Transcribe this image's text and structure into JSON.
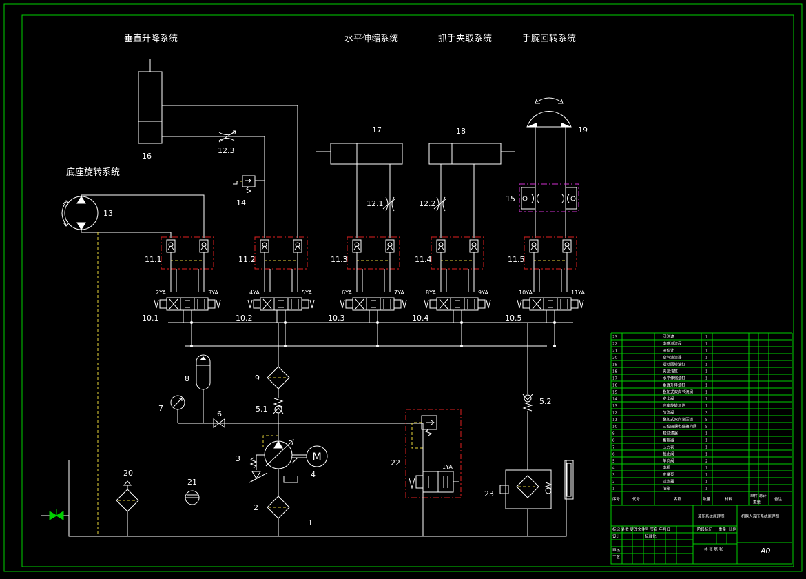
{
  "titles": {
    "vertical_lift": "垂直升降系统",
    "horizontal_extend": "水平伸缩系统",
    "gripper": "抓手夹取系统",
    "wrist_rotate": "手腕回转系统",
    "base_rotate": "底座旋转系统"
  },
  "labels": {
    "n1": "1",
    "n2": "2",
    "n3": "3",
    "n4": "4",
    "n5_1": "5.1",
    "n5_2": "5.2",
    "n6": "6",
    "n7": "7",
    "n8": "8",
    "n9": "9",
    "n10_1": "10.1",
    "n10_2": "10.2",
    "n10_3": "10.3",
    "n10_4": "10.4",
    "n10_5": "10.5",
    "n11_1": "11.1",
    "n11_2": "11.2",
    "n11_3": "11.3",
    "n11_4": "11.4",
    "n11_5": "11.5",
    "n12_1": "12.1",
    "n12_2": "12.2",
    "n12_3": "12.3",
    "n13": "13",
    "n14": "14",
    "n15": "15",
    "n16": "16",
    "n17": "17",
    "n18": "18",
    "n19": "19",
    "n20": "20",
    "n21": "21",
    "n22": "22",
    "n23": "23",
    "ya1": "1YA",
    "ya2": "2YA",
    "ya3": "3YA",
    "ya4": "4YA",
    "ya5": "5YA",
    "ya6": "6YA",
    "ya7": "7YA",
    "ya8": "8YA",
    "ya9": "9YA",
    "ya10": "10YA",
    "ya11": "11YA",
    "motor": "M"
  },
  "bom": {
    "rows": [
      {
        "no": "23",
        "name": "回油滤",
        "qty": "1"
      },
      {
        "no": "22",
        "name": "电磁溢流阀",
        "qty": "1"
      },
      {
        "no": "21",
        "name": "液位计",
        "qty": "1"
      },
      {
        "no": "20",
        "name": "空气滤清器",
        "qty": "1"
      },
      {
        "no": "19",
        "name": "摆动回转油缸",
        "qty": "1"
      },
      {
        "no": "18",
        "name": "夹紧油缸",
        "qty": "1"
      },
      {
        "no": "17",
        "name": "水平伸缩油缸",
        "qty": "1"
      },
      {
        "no": "16",
        "name": "垂直升降油缸",
        "qty": "1"
      },
      {
        "no": "15",
        "name": "叠加式双向节流阀",
        "qty": "1"
      },
      {
        "no": "14",
        "name": "安全阀",
        "qty": "1"
      },
      {
        "no": "13",
        "name": "底座旋转马达",
        "qty": "1"
      },
      {
        "no": "12",
        "name": "节流阀",
        "qty": "3"
      },
      {
        "no": "11",
        "name": "叠加式双向液压锁",
        "qty": "5"
      },
      {
        "no": "10",
        "name": "三位四通电磁换向阀",
        "qty": "5"
      },
      {
        "no": "9",
        "name": "精过滤器",
        "qty": "1"
      },
      {
        "no": "8",
        "name": "蓄能器",
        "qty": "1"
      },
      {
        "no": "7",
        "name": "压力表",
        "qty": "1"
      },
      {
        "no": "6",
        "name": "截止阀",
        "qty": "1"
      },
      {
        "no": "5",
        "name": "单向阀",
        "qty": "2"
      },
      {
        "no": "4",
        "name": "电机",
        "qty": "1"
      },
      {
        "no": "3",
        "name": "变量泵",
        "qty": "1"
      },
      {
        "no": "2",
        "name": "过滤器",
        "qty": "1"
      },
      {
        "no": "1",
        "name": "油箱",
        "qty": "1"
      }
    ],
    "header": {
      "seq": "序号",
      "code": "代号",
      "name": "名称",
      "qty": "数量",
      "material": "材料",
      "weight": "单件 总计",
      "weight_sub": "重量",
      "remark": "备注"
    },
    "title_block": {
      "drawing_title": "液压系统原理图",
      "project_name": "机器人液压系统原理图",
      "sheet_size": "A0",
      "sign_row": "标记 处数 更改文件号 签名 年月日",
      "design": "设计",
      "standardize": "标准化",
      "audit": "审核",
      "process": "工艺",
      "stage_mark": "阶段标记",
      "weight": "重量",
      "scale": "比例",
      "sheets": "共 张 第 张"
    }
  }
}
